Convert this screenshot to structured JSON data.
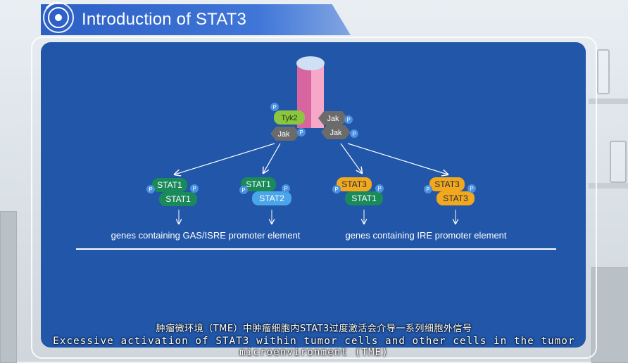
{
  "title": "Introduction of STAT3",
  "receptor": {
    "left_kinases": [
      "Tyk2",
      "Jak"
    ],
    "right_kinases": [
      "Jak",
      "Jak"
    ],
    "phospho_label": "P"
  },
  "pathways": [
    {
      "top": "STAT1",
      "bottom": "STAT1"
    },
    {
      "top": "STAT1",
      "bottom": "STAT2"
    },
    {
      "top": "STAT3",
      "bottom": "STAT1"
    },
    {
      "top": "STAT3",
      "bottom": "STAT3"
    }
  ],
  "outcomes": {
    "left": "genes containing GAS/ISRE promoter element",
    "right": "genes containing IRE promoter element"
  },
  "captions": {
    "chinese": "肿瘤微环境（TME）中肿瘤细胞内STAT3过度激活会介导一系列细胞外信号",
    "english": "Excessive activation of STAT3 within tumor cells and other cells in the tumor microenvironment (TME)"
  },
  "colors": {
    "panel": "#2156a8",
    "stat1": "#1a8a5a",
    "stat2": "#4aa6e8",
    "stat3": "#f2a81d",
    "tyk2": "#8cc63f",
    "jak": "#6b6b6b",
    "phospho": "#4a90e2"
  },
  "icons": {
    "logo": "atom-logo-icon"
  }
}
